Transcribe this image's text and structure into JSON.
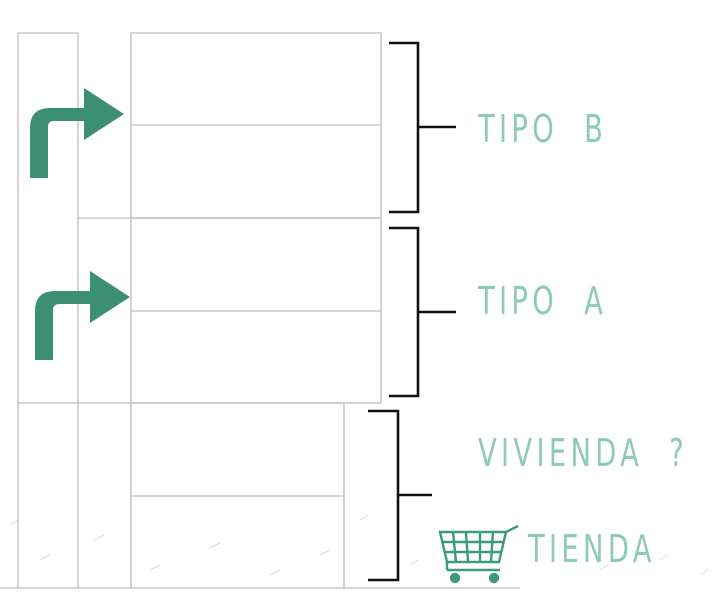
{
  "labels": {
    "tipo_b": "TIPO  B",
    "tipo_a": "TIPO  A",
    "vivienda": "VIVIENDA  ?",
    "tienda": "TIENDA"
  },
  "colors": {
    "arrow": "#3d8f74",
    "label": "#8ecbb3",
    "cart": "#3d9a7a",
    "lines": "#bdbdbd",
    "brackets": "#111111"
  },
  "icons": {
    "arrow": "turn-right-arrow-icon",
    "cart": "shopping-cart-icon"
  }
}
